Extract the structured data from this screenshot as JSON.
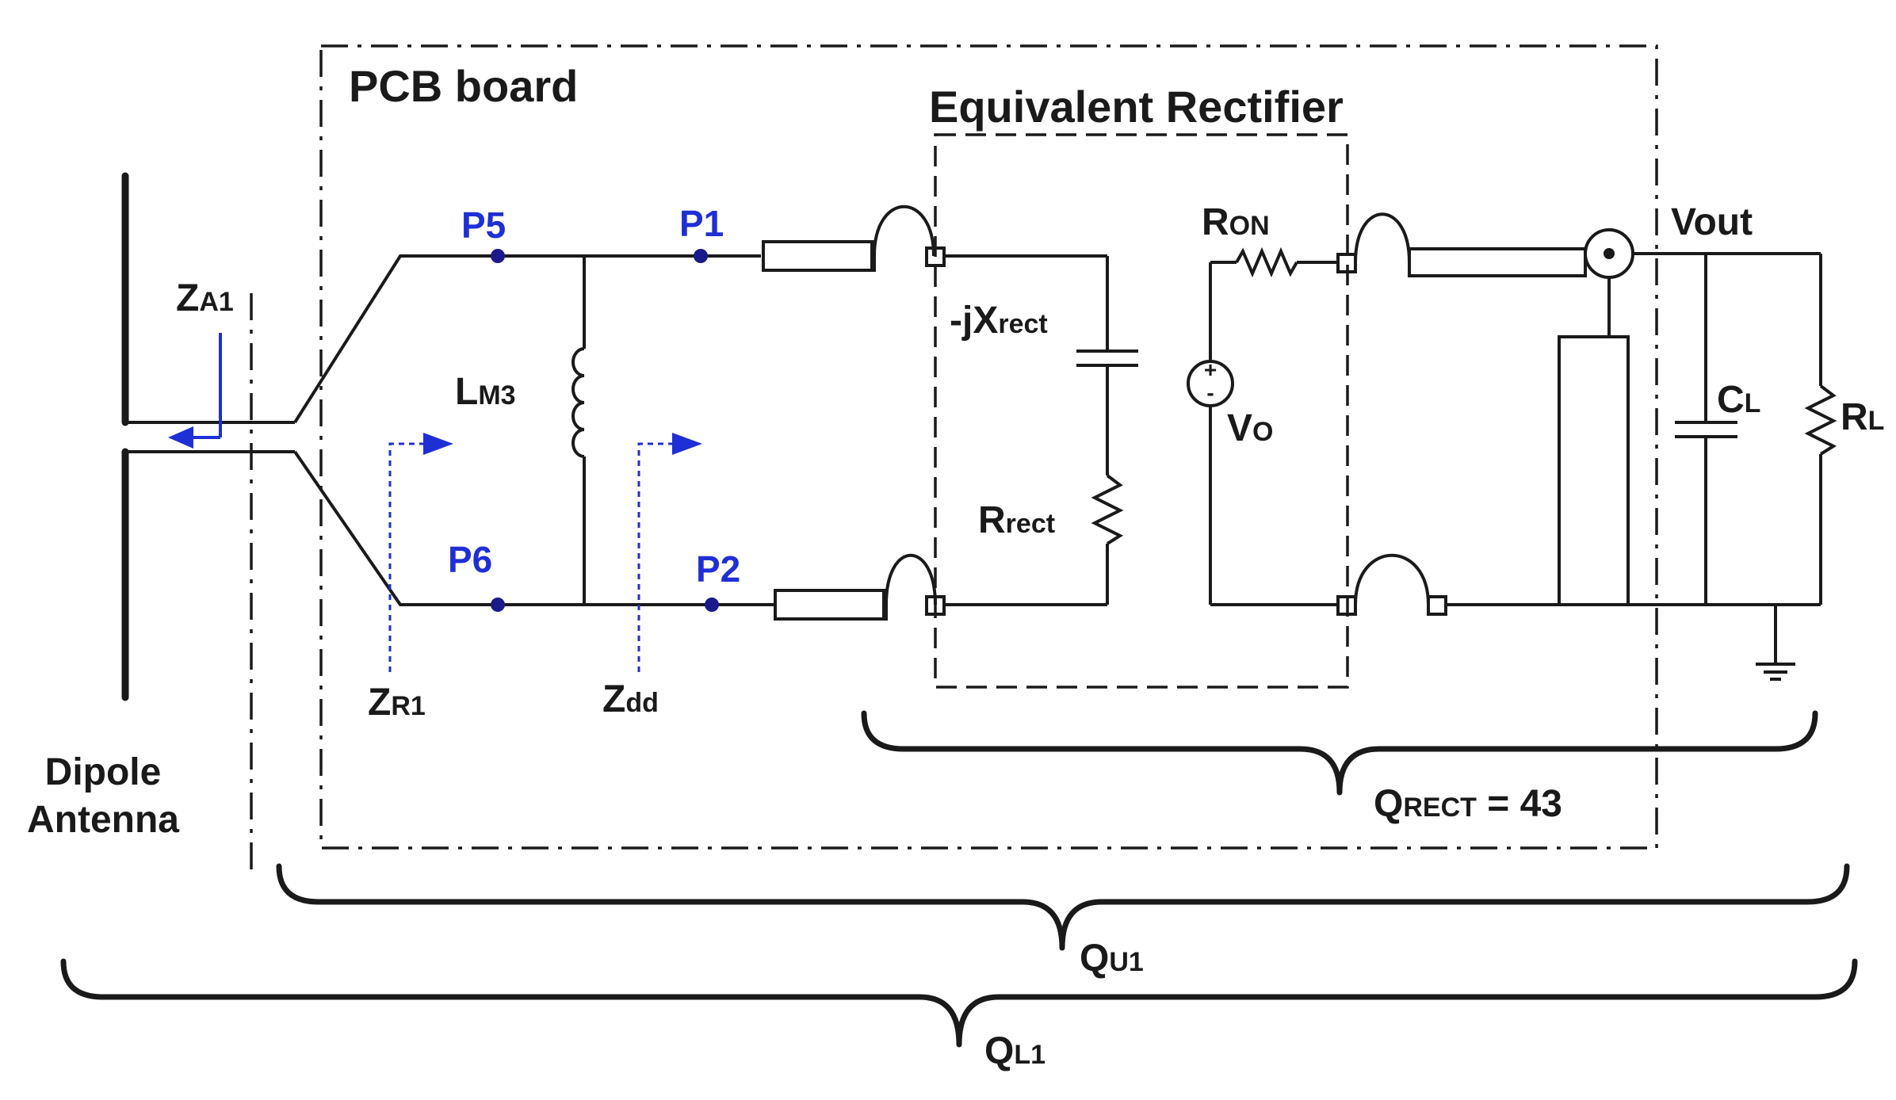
{
  "boxes": {
    "pcb_label": "PCB board",
    "rectifier_label": "Equivalent Rectifier"
  },
  "ports": {
    "p5": "P5",
    "p1": "P1",
    "p6": "P6",
    "p2": "P2"
  },
  "components": {
    "inductor": {
      "main": "L",
      "sub": "M3"
    },
    "cap_rect": {
      "main": "-jX",
      "sub": "rect"
    },
    "res_rect": {
      "main": "R",
      "sub": "rect"
    },
    "res_on": {
      "main": "R",
      "sub": "ON"
    },
    "source": {
      "main": "V",
      "sub": "O"
    },
    "cap_load": {
      "main": "C",
      "sub": "L"
    },
    "res_load": {
      "main": "R",
      "sub": "L"
    },
    "vout": "Vout"
  },
  "impedances": {
    "za1": {
      "main": "Z",
      "sub": "A1"
    },
    "zr1": {
      "main": "Z",
      "sub": "R1"
    },
    "zdd": {
      "main": "Z",
      "sub": "dd"
    }
  },
  "antenna": {
    "line1": "Dipole",
    "line2": "Antenna"
  },
  "quality": {
    "q_rect": {
      "main": "Q",
      "sub": "RECT",
      "value": " = 43"
    },
    "q_u1": {
      "main": "Q",
      "sub": "U1"
    },
    "q_l1": {
      "main": "Q",
      "sub": "L1"
    }
  },
  "colors": {
    "ink": "#1a1a1a",
    "port_blue": "#1f2fd6"
  }
}
